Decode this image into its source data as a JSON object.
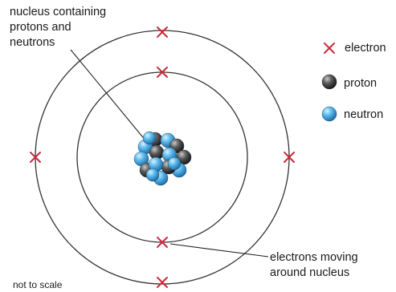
{
  "diagram": {
    "nucleus_label_lines": [
      "nucleus containing",
      "protons and",
      "neutrons"
    ],
    "electrons_label_lines": [
      "electrons moving",
      "around nucleus"
    ],
    "scale_note": "not to scale",
    "legend": {
      "electron": "electron",
      "proton": "proton",
      "neutron": "neutron"
    },
    "colors": {
      "orbit": "#333333",
      "electron_mark": "#cc2a3a",
      "proton": "#4a4a4a",
      "neutron": "#4aa8e0",
      "pointer_line": "#222222"
    }
  }
}
